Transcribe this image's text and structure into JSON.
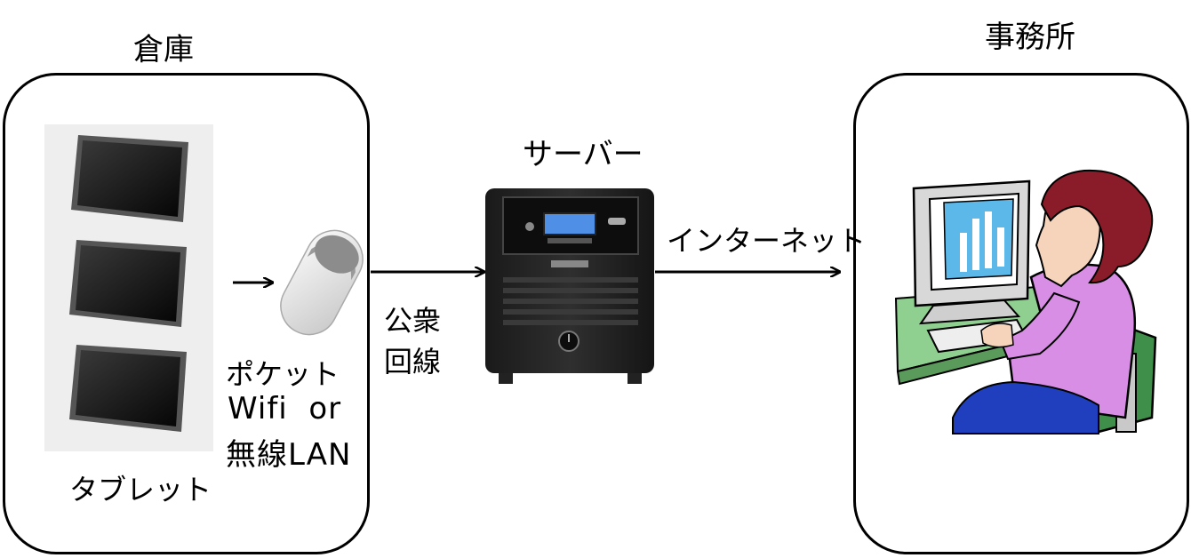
{
  "warehouse": {
    "title": "倉庫",
    "tablet_label": "タブレット",
    "router_label": [
      "ポケット",
      "Wifi  or",
      "無線LAN"
    ]
  },
  "link_public": [
    "公衆",
    "回線"
  ],
  "server": {
    "title": "サーバー"
  },
  "internet_label": "インターネット",
  "office": {
    "title": "事務所"
  },
  "colors": {
    "line": "#000000",
    "screen_blue": "#5bb8e8",
    "shirt": "#d98ee6",
    "chair": "#3f8f4a",
    "hair": "#8a1c2a",
    "desk": "#8fcf8f",
    "pants": "#1f3fbf"
  }
}
